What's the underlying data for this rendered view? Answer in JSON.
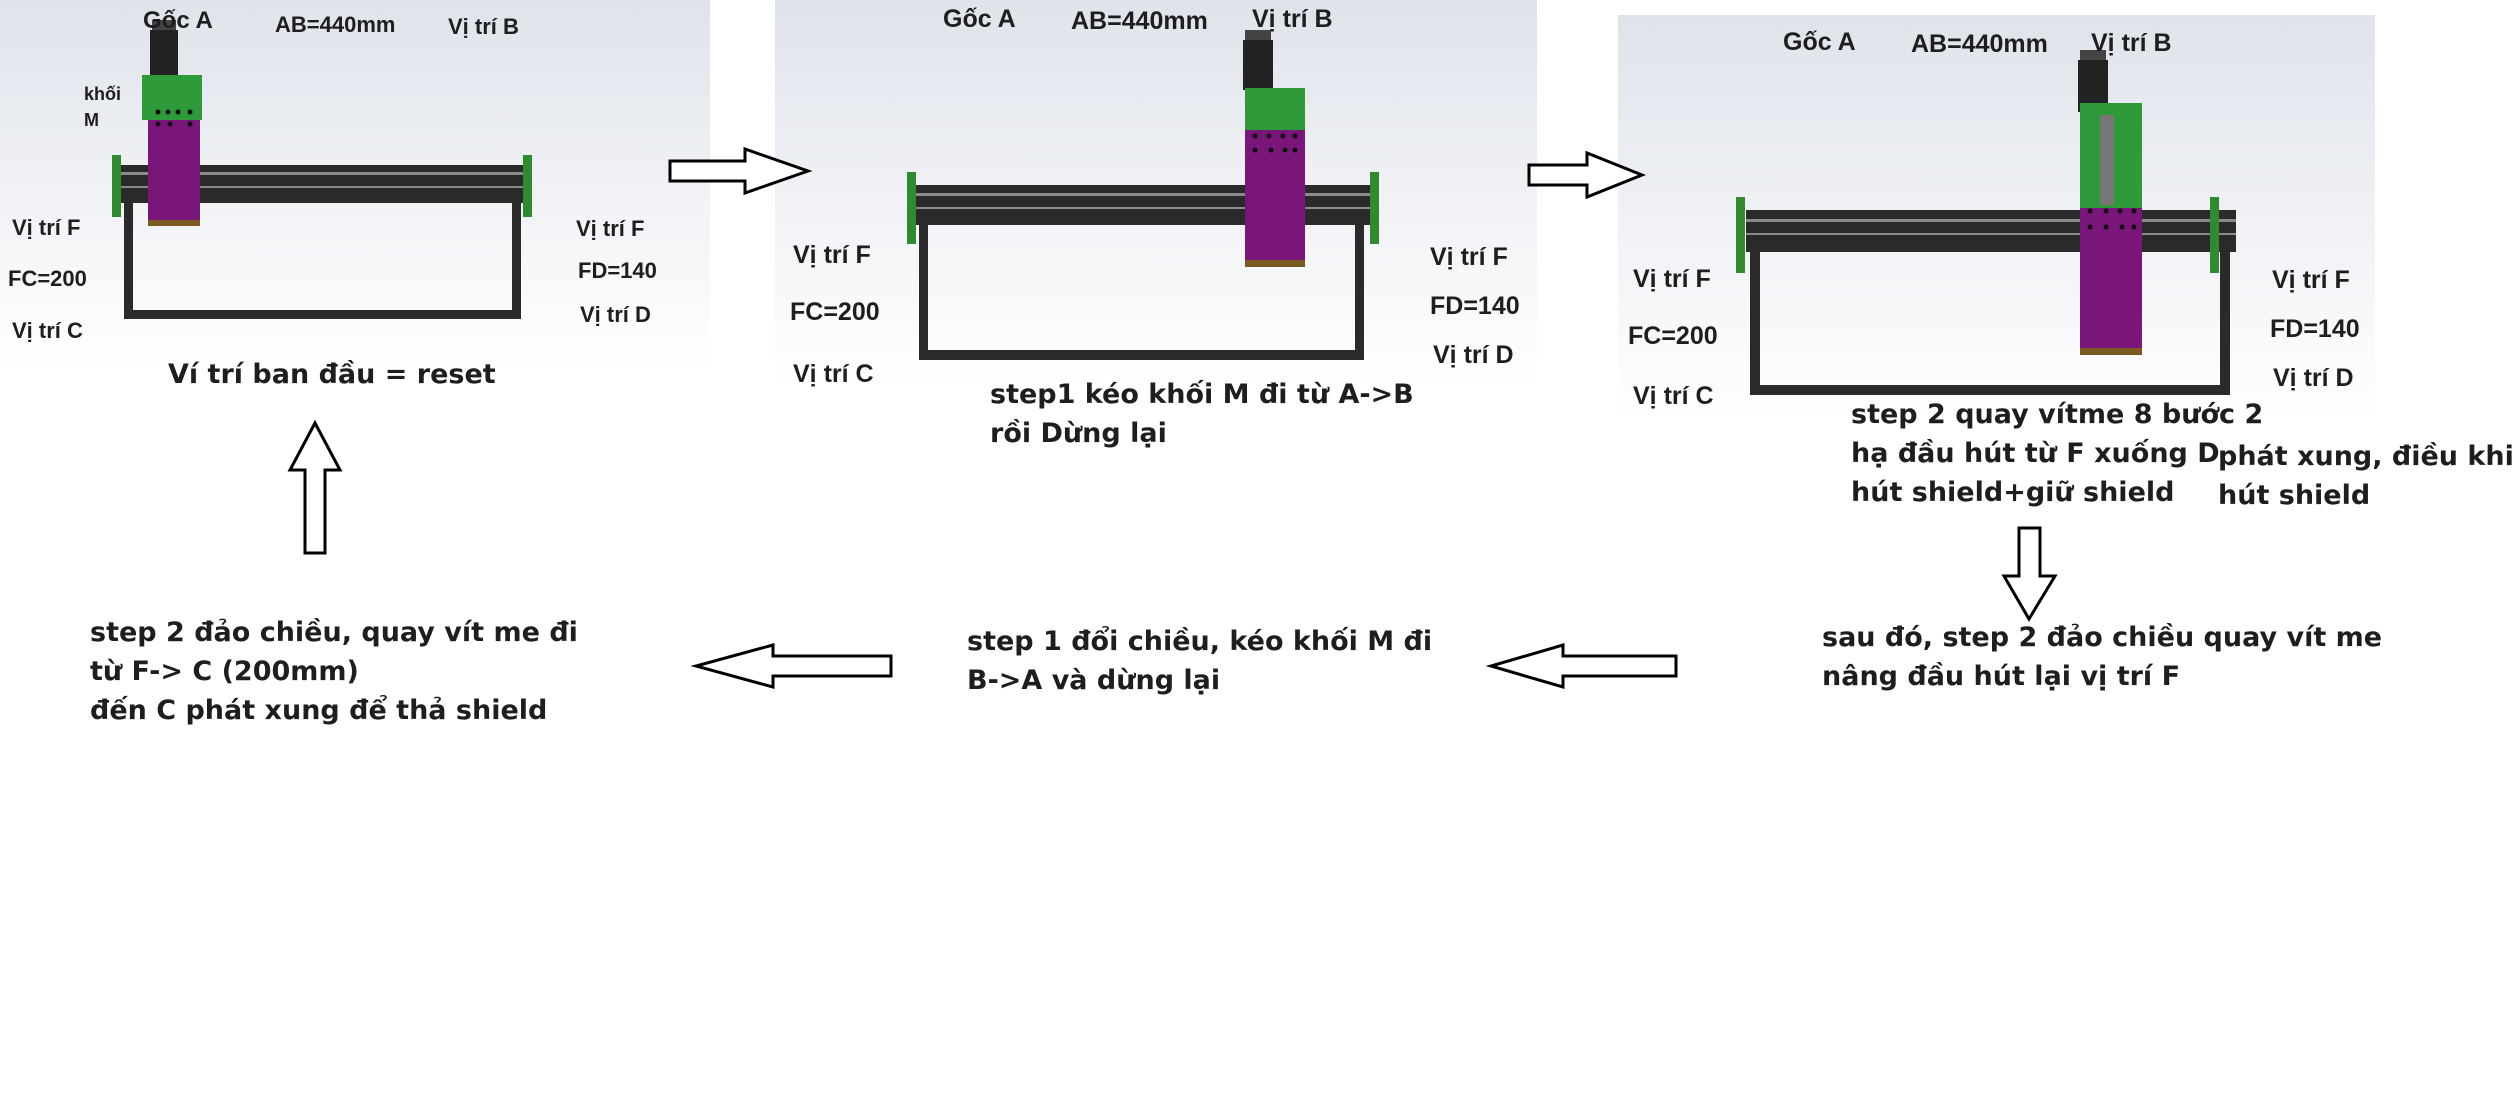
{
  "panel1": {
    "origin": "Gốc A",
    "ab": "AB=440mm",
    "pos_b": "Vị trí B",
    "block_m": [
      "khối",
      "M"
    ],
    "pos_f_left": "Vị trí F",
    "fc": "FC=200",
    "pos_c": "Vị trí C",
    "pos_f_right": "Vị trí F",
    "fd": "FD=140",
    "pos_d": "Vị trí D",
    "caption": "Ví trí ban đầu = reset"
  },
  "panel2": {
    "origin": "Gốc A",
    "ab": "AB=440mm",
    "pos_b": "Vị trí B",
    "pos_f_left": "Vị trí F",
    "fc": "FC=200",
    "pos_c": "Vị trí C",
    "pos_f_right": "Vị trí F",
    "fd": "FD=140",
    "pos_d": "Vị trí D",
    "caption": [
      "step1 kéo khối M đi từ A->B",
      "rồi Dừng lại"
    ]
  },
  "panel3": {
    "origin": "Gốc A",
    "ab": "AB=440mm",
    "pos_b": "Vị trí B",
    "pos_f_left": "Vị trí F",
    "fc": "FC=200",
    "pos_c": "Vị trí C",
    "pos_f_right": "Vị trí F",
    "fd": "FD=140",
    "pos_d": "Vị trí D",
    "caption": [
      "step 2 quay vítme 8 bước 2",
      "hạ đầu hút từ F xuống D",
      "hút shield+giữ shield"
    ],
    "side_note": [
      "phát xung, điều khiển",
      "hút shield"
    ]
  },
  "step_after": [
    "sau đó, step 2 đảo chiều quay vít me",
    "nâng đầu hút lại vị trí F"
  ],
  "step_return": [
    "step 1 đổi chiều, kéo khối M đi",
    "B->A  và dừng lại"
  ],
  "step_release": [
    "step 2 đảo chiều, quay vít me đi",
    "từ F-> C (200mm)",
    "đến C phát xung để thả shield"
  ],
  "colors": {
    "frame": "#2a2a2a",
    "end_plate": "#2e8b2e",
    "carriage_green": "#2f9a3a",
    "head_purple": "#7a157a",
    "head_base": "#7a5a1e",
    "motor": "#222222"
  }
}
